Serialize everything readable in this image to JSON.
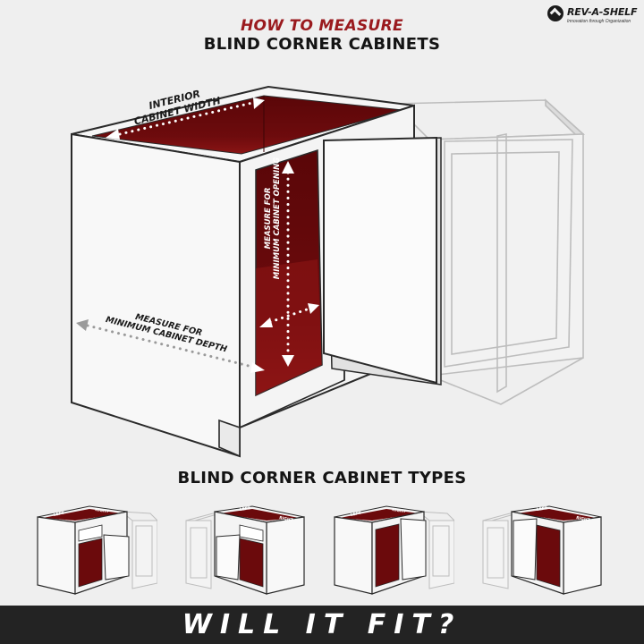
{
  "brand": {
    "name": "REV-A-SHELF",
    "tagline": "Innovation through Organization"
  },
  "header": {
    "kicker": "HOW TO MEASURE",
    "title": "BLIND CORNER CABINETS"
  },
  "diagram": {
    "width_label": [
      "INTERIOR",
      "CABINET WIDTH"
    ],
    "opening_label": [
      "MEASURE FOR",
      "MINIMUM CABINET OPENING"
    ],
    "depth_label": [
      "MEASURE FOR",
      "MINIMUM CABINET DEPTH"
    ]
  },
  "types": {
    "heading": "BLIND CORNER CABINET TYPES",
    "items": [
      {
        "left_label": "LEFT",
        "right_label": "RIGHT"
      },
      {
        "left_label": "LEFT",
        "right_label": "RIGHT"
      },
      {
        "left_label": "LEFT",
        "right_label": "RIGHT"
      },
      {
        "left_label": "LEFT",
        "right_label": "RIGHT"
      }
    ]
  },
  "banner": {
    "text": "WILL IT FIT?"
  },
  "colors": {
    "accent": "#9a1a1e",
    "interior": "#6b0a0c",
    "outline": "#2a2a2a",
    "ghost": "#b8b8b8",
    "banner_bg": "#232323"
  }
}
